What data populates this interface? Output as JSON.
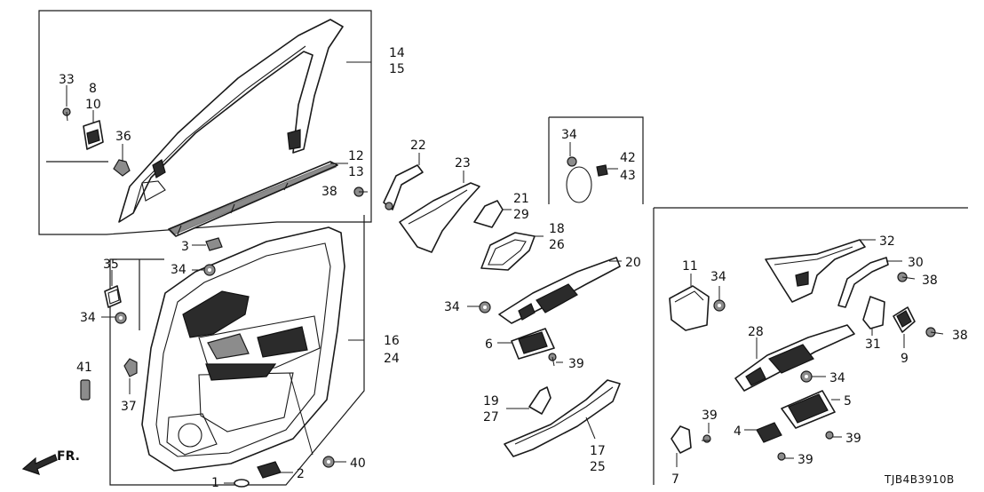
{
  "diagram_code": "TJB4B3910B",
  "direction_label": "FR.",
  "callouts": {
    "c1": "1",
    "c2": "2",
    "c3": "3",
    "c4": "4",
    "c5": "5",
    "c6": "6",
    "c7": "7",
    "c8": "8",
    "c9": "9",
    "c10": "10",
    "c11": "11",
    "c12": "12",
    "c13": "13",
    "c14": "14",
    "c15": "15",
    "c16": "16",
    "c17": "17",
    "c18": "18",
    "c19": "19",
    "c20": "20",
    "c21": "21",
    "c22": "22",
    "c23": "23",
    "c24": "24",
    "c25": "25",
    "c26": "26",
    "c27": "27",
    "c28": "28",
    "c29": "29",
    "c30": "30",
    "c31": "31",
    "c32": "32",
    "c33": "33",
    "c34": "34",
    "c35": "35",
    "c36": "36",
    "c37": "37",
    "c38": "38",
    "c39": "39",
    "c40": "40",
    "c41": "41",
    "c42": "42",
    "c43": "43"
  }
}
